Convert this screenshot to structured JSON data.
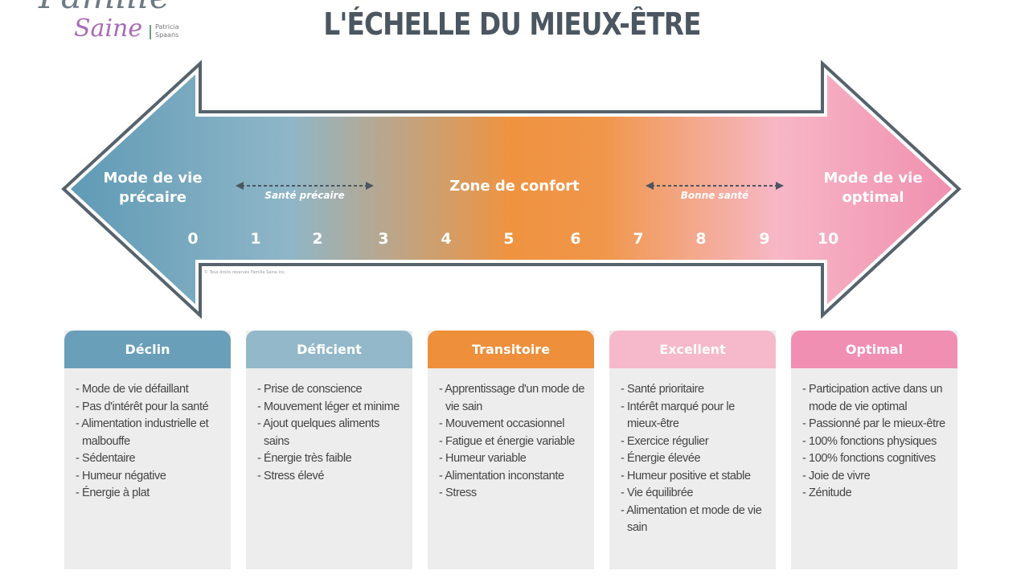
{
  "logo": {
    "brand_top": "Famille",
    "brand_bottom": "Saine",
    "author": "Patricia Spaans"
  },
  "title": "L'ÉCHELLE DU MIEUX-ÊTRE",
  "colors": {
    "arrow_left": "#5f9ab5",
    "arrow_mid": "#ef9340",
    "arrow_right": "#f08fb0",
    "outline": "#56626c",
    "title": "#4b5661"
  },
  "scale": {
    "left_label": [
      "Mode de vie",
      "précaire"
    ],
    "right_label": [
      "Mode de vie",
      "optimal"
    ],
    "center_label": "Zone de confort",
    "left_range": "Santé précaire",
    "right_range": "Bonne santé",
    "numbers": [
      "0",
      "1",
      "2",
      "3",
      "4",
      "5",
      "6",
      "7",
      "8",
      "9",
      "10"
    ],
    "copyright": "© Tous droits réservés Famille Saine inc."
  },
  "cards": [
    {
      "title": "Déclin",
      "color": "#6a9fb9",
      "items": [
        "- Mode de vie défaillant",
        "- Pas d'intérêt pour la santé",
        "- Alimentation industrielle et malbouffe",
        "- Sédentaire",
        "- Humeur négative",
        "- Énergie à plat"
      ]
    },
    {
      "title": "Déficient",
      "color": "#93b8ca",
      "items": [
        "- Prise de conscience",
        "- Mouvement léger et minime",
        "- Ajout quelques aliments sains",
        "- Énergie très faible",
        "- Stress élevé"
      ]
    },
    {
      "title": "Transitoire",
      "color": "#ee8f3c",
      "items": [
        "- Apprentissage d'un mode de vie sain",
        "- Mouvement occasionnel",
        "- Fatigue et énergie variable",
        "- Humeur variable",
        "- Alimentation inconstante",
        "- Stress"
      ]
    },
    {
      "title": "Excellent",
      "color": "#f6b9cb",
      "items": [
        "- Santé prioritaire",
        "- Intérêt marqué pour le mieux-être",
        "- Exercice régulier",
        "- Énergie élevée",
        "- Humeur positive et stable",
        "- Vie équilibrée",
        "- Alimentation et mode de vie sain"
      ]
    },
    {
      "title": "Optimal",
      "color": "#f08fb2",
      "items": [
        "- Participation active dans un mode de vie optimal",
        "- Passionné par le mieux-être",
        "- 100% fonctions physiques",
        "- 100% fonctions cognitives",
        "- Joie de vivre",
        "- Zénitude"
      ]
    }
  ]
}
